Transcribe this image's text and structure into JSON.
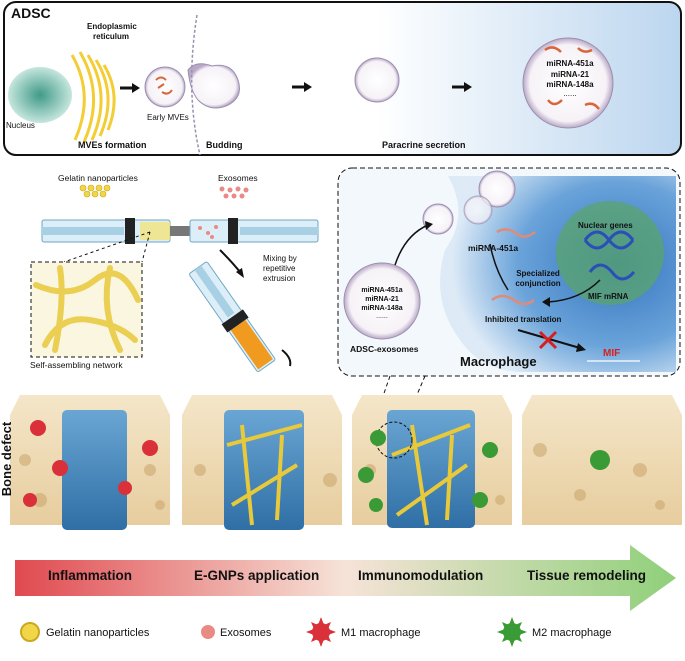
{
  "top_panel": {
    "title": "ADSC",
    "endoplasmic_reticulum": [
      "Endoplasmic",
      "reticulum"
    ],
    "nucleus": "Nucleus",
    "early_mves": "Early MVEs",
    "mves_formation": "MVEs formation",
    "budding": "Budding",
    "paracrine_secretion": "Paracrine secretion",
    "mirnas": [
      "miRNA-451a",
      "miRNA-21",
      "miRNA-148a",
      "......"
    ]
  },
  "middle_left": {
    "gelatin_nanoparticles": "Gelatin nanoparticles",
    "exosomes": "Exosomes",
    "mixing": [
      "Mixing by",
      "repetitive",
      "extrusion"
    ],
    "self_assembling": "Self-assembling network"
  },
  "macrophage_panel": {
    "adsc_exosomes": "ADSC-exosomes",
    "exo_mirnas": [
      "miRNA-451a",
      "miRNA-21",
      "miRNA-148a",
      "......"
    ],
    "mirna_451a": "miRNA-451a",
    "specialized": [
      "Specialized",
      "conjunction"
    ],
    "nuclear_genes": "Nuclear genes",
    "mif_mrna": "MIF mRNA",
    "inhibited": "Inhibited translation",
    "macrophage": "Macrophage",
    "mif": "MIF"
  },
  "side_label": "Bone defect",
  "stages": [
    "Inflammation",
    "E-GNPs application",
    "Immunomodulation",
    "Tissue remodeling"
  ],
  "legend": [
    "Gelatin nanoparticles",
    "Exosomes",
    "M1 macrophage",
    "M2 macrophage"
  ],
  "colors": {
    "m1": "#d9303a",
    "m2": "#3a9a35",
    "gelatin": "#f2d64a",
    "arrow_start": "#e0494f",
    "arrow_end": "#8fd07a",
    "mif": "#d62020"
  }
}
